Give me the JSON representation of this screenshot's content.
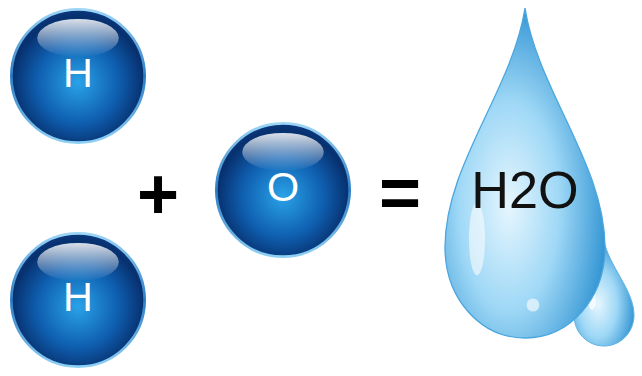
{
  "diagram": {
    "nodes": [
      {
        "text": [
          "H"
        ]
      },
      {
        "text": [
          "H"
        ]
      },
      {
        "text": [
          "O"
        ]
      },
      {
        "text": [
          "H2O"
        ]
      }
    ],
    "labels": [
      "+",
      "="
    ]
  }
}
